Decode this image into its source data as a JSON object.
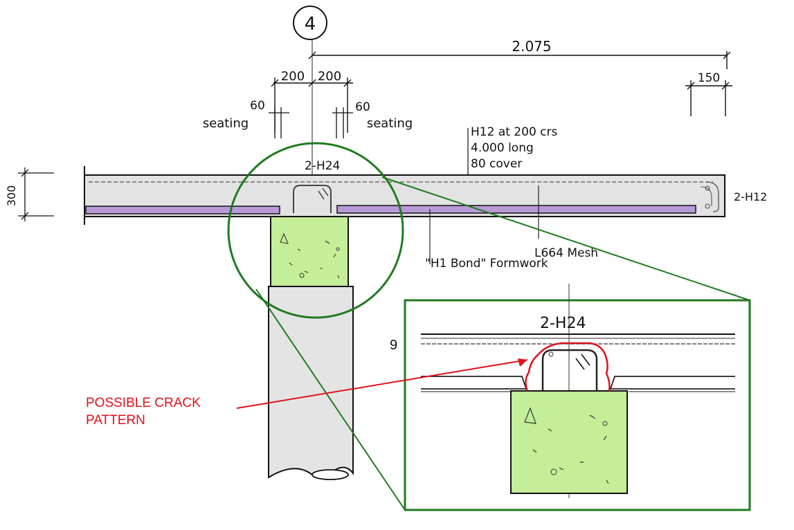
{
  "gridline": {
    "label": "4"
  },
  "dimensions": {
    "overall": "2.075",
    "left_half": "200",
    "right_half": "200",
    "end": "150",
    "slab_depth": "300",
    "seating_left_value": "60",
    "seating_left_label": "seating",
    "seating_right_value": "60",
    "seating_right_label": "seating"
  },
  "notes": {
    "top_bars": "2-H24",
    "top_steel_line1": "H12 at 200 crs",
    "top_steel_line2": "4.000 long",
    "top_steel_line3": "80 cover",
    "edge_bars": "2-H12",
    "mesh": "L664 Mesh",
    "formwork": "\"H1 Bond\" Formwork"
  },
  "detail": {
    "number": "9",
    "top_bars": "2-H24",
    "crack_label_line1": "POSSIBLE CRACK",
    "crack_label_line2": "PATTERN"
  },
  "colors": {
    "slab": "#e3e3e3",
    "formwork": "#b79ad6",
    "pile_cap": "#c4ee98",
    "pile": "#e4e4e4",
    "callout": "#1f7a1f",
    "crack": "#e0101a"
  }
}
